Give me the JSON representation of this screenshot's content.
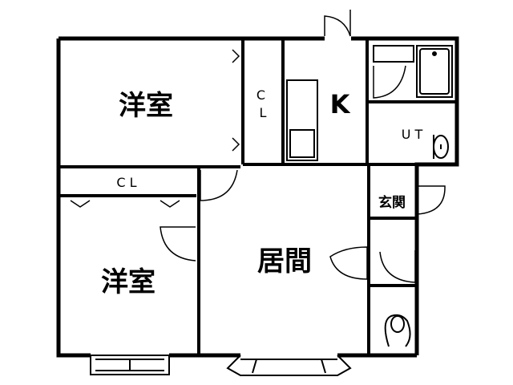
{
  "rooms": {
    "western_top": "洋室",
    "western_bottom": "洋室",
    "closet_top": "C\nL",
    "closet_mid": "C L",
    "kitchen": "K",
    "utility": "U T",
    "entrance": "玄関",
    "living": "居間"
  }
}
